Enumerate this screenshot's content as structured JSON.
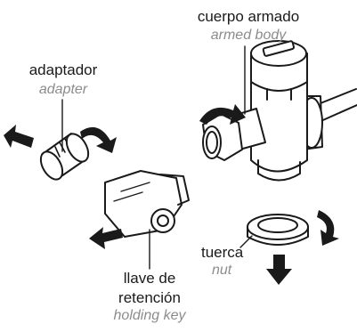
{
  "labels": {
    "armed_body": {
      "es": "cuerpo armado",
      "en": "armed body"
    },
    "adapter": {
      "es": "adaptador",
      "en": "adapter"
    },
    "nut": {
      "es": "tuerca",
      "en": "nut"
    },
    "holding_key": {
      "es_line1": "llave de",
      "es_line2": "retención",
      "en": "holding key"
    }
  },
  "colors": {
    "line": "#1a1a1a",
    "fill": "#ffffff",
    "secondary_text": "#8c8c8c"
  }
}
